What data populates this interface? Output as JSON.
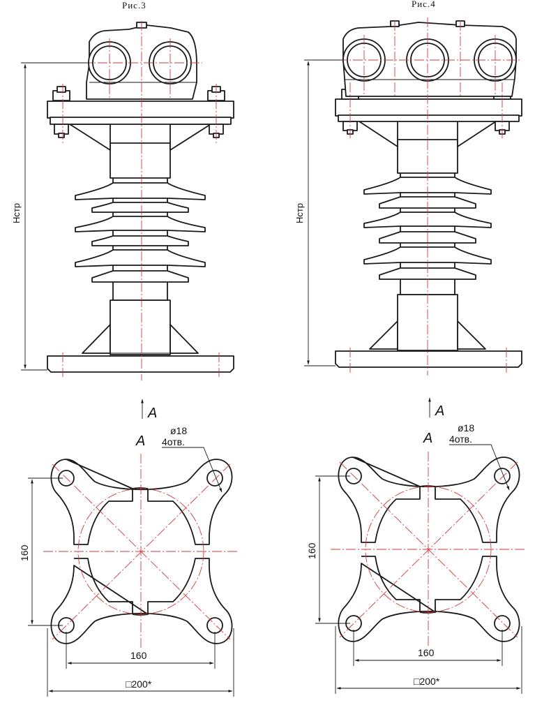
{
  "figure_left": {
    "caption": "Рис.3",
    "height_label": "Hстр",
    "view_arrow_label": "A",
    "view_label": "A",
    "hole_note_line1": "ø18",
    "hole_note_line2": "4отв.",
    "dim_vertical": "160",
    "dim_horizontal": "160",
    "dim_overall": "□200*",
    "busbar_count": 2
  },
  "figure_right": {
    "caption": "Рис.4",
    "height_label": "Hстр",
    "view_arrow_label": "A",
    "view_label": "A",
    "hole_note_line1": "ø18",
    "hole_note_line2": "4отв.",
    "dim_vertical": "160",
    "dim_horizontal": "160",
    "dim_overall": "□200*",
    "busbar_count": 3
  },
  "colors": {
    "outline": "#1a1a1a",
    "centerline": "#d23a3a",
    "background": "#ffffff"
  }
}
